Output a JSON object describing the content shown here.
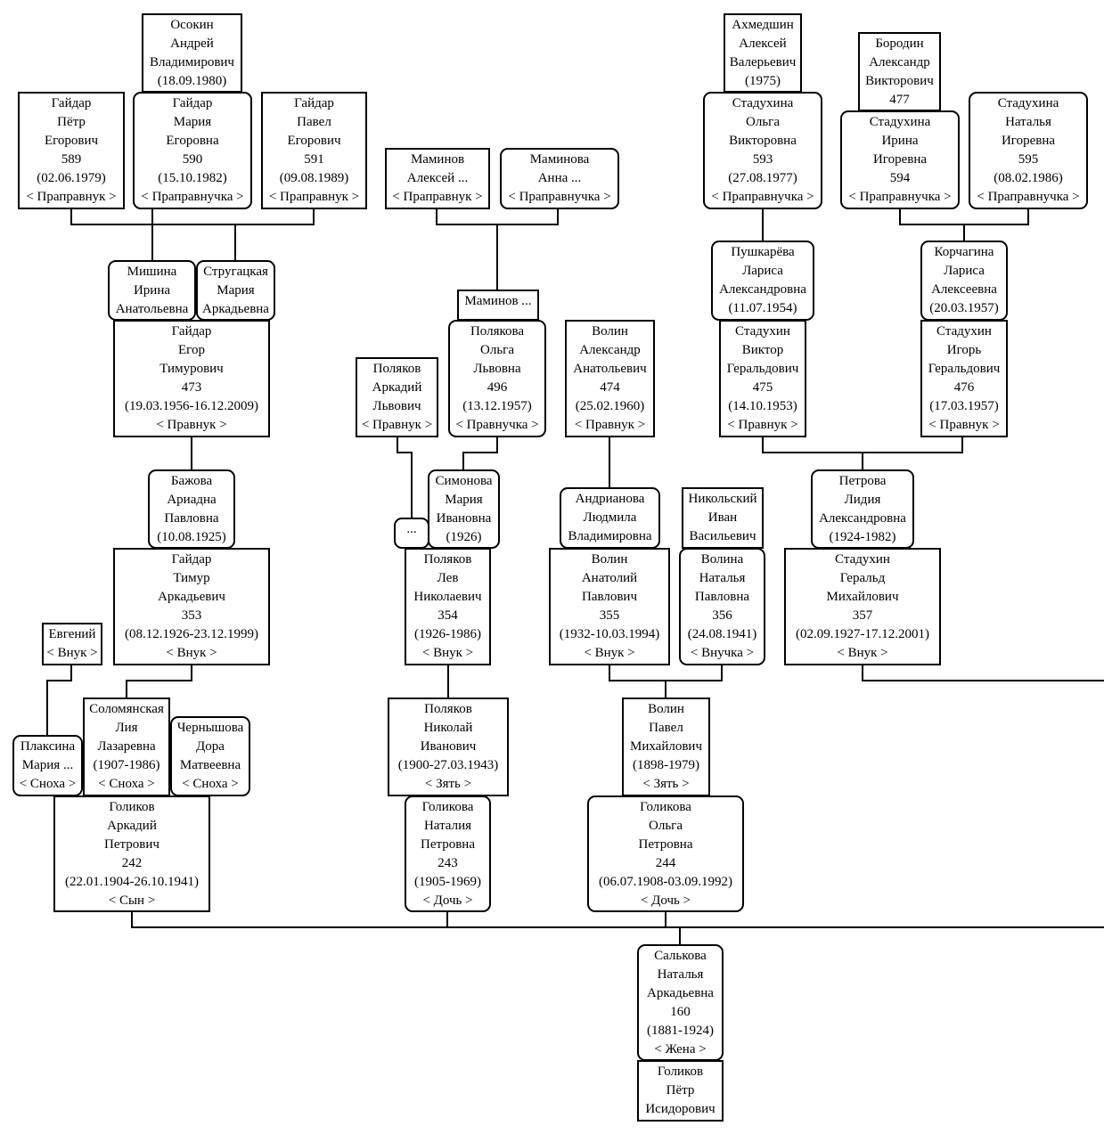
{
  "nodes": [
    {
      "id": "osokin",
      "lines": [
        "Осокин",
        "Андрей",
        "Владимирович",
        "(18.09.1980)"
      ],
      "female": false
    },
    {
      "id": "gaidar-petr",
      "lines": [
        "Гайдар",
        "Пётр",
        "Егорович",
        "589",
        "(02.06.1979)",
        "< Праправнук >"
      ],
      "female": false
    },
    {
      "id": "gaidar-maria",
      "lines": [
        "Гайдар",
        "Мария",
        "Егоровна",
        "590",
        "(15.10.1982)",
        "< Праправнучка >"
      ],
      "female": true
    },
    {
      "id": "gaidar-pavel",
      "lines": [
        "Гайдар",
        "Павел",
        "Егорович",
        "591",
        "(09.08.1989)",
        "< Праправнук >"
      ],
      "female": false
    },
    {
      "id": "maminov-aleksei",
      "lines": [
        "Маминов",
        "Алексей ...",
        "< Праправнук >"
      ],
      "female": false
    },
    {
      "id": "maminova-anna",
      "lines": [
        "Маминова",
        "Анна ...",
        "< Праправнучка >"
      ],
      "female": true
    },
    {
      "id": "akhmedshin",
      "lines": [
        "Ахмедшин",
        "Алексей",
        "Валерьевич",
        "(1975)"
      ],
      "female": false
    },
    {
      "id": "borodin",
      "lines": [
        "Бородин",
        "Александр",
        "Викторович",
        "477"
      ],
      "female": false
    },
    {
      "id": "staduhina-olga",
      "lines": [
        "Стадухина",
        "Ольга",
        "Викторовна",
        "593",
        "(27.08.1977)",
        "< Праправнучка >"
      ],
      "female": true
    },
    {
      "id": "staduhina-irina",
      "lines": [
        "Стадухина",
        "Ирина",
        "Игоревна",
        "594",
        "< Праправнучка >"
      ],
      "female": true
    },
    {
      "id": "staduhina-natalia",
      "lines": [
        "Стадухина",
        "Наталья",
        "Игоревна",
        "595",
        "(08.02.1986)",
        "< Праправнучка >"
      ],
      "female": true
    },
    {
      "id": "mishina",
      "lines": [
        "Мишина",
        "Ирина",
        "Анатольевна"
      ],
      "female": true
    },
    {
      "id": "strugatskaya",
      "lines": [
        "Стругацкая",
        "Мария",
        "Аркадьевна"
      ],
      "female": true
    },
    {
      "id": "maminov",
      "lines": [
        "Маминов ..."
      ],
      "female": false
    },
    {
      "id": "pushkareva",
      "lines": [
        "Пушкарёва",
        "Лариса",
        "Александровна",
        "(11.07.1954)"
      ],
      "female": true
    },
    {
      "id": "korchagina",
      "lines": [
        "Корчагина",
        "Лариса",
        "Алексеевна",
        "(20.03.1957)"
      ],
      "female": true
    },
    {
      "id": "gaidar-egor",
      "lines": [
        "Гайдар",
        "Егор",
        "Тимурович",
        "473",
        "(19.03.1956-16.12.2009)",
        "< Правнук >"
      ],
      "female": false
    },
    {
      "id": "polyakov-arkadii",
      "lines": [
        "Поляков",
        "Аркадий",
        "Львович",
        "< Правнук >"
      ],
      "female": false
    },
    {
      "id": "polyakova-olga",
      "lines": [
        "Полякова",
        "Ольга",
        "Львовна",
        "496",
        "(13.12.1957)",
        "< Правнучка >"
      ],
      "female": true
    },
    {
      "id": "volin-aleksandr",
      "lines": [
        "Волин",
        "Александр",
        "Анатольевич",
        "474",
        "(25.02.1960)",
        "< Правнук >"
      ],
      "female": false
    },
    {
      "id": "staduhin-viktor",
      "lines": [
        "Стадухин",
        "Виктор",
        "Геральдович",
        "475",
        "(14.10.1953)",
        "< Правнук >"
      ],
      "female": false
    },
    {
      "id": "staduhin-igor",
      "lines": [
        "Стадухин",
        "Игорь",
        "Геральдович",
        "476",
        "(17.03.1957)",
        "< Правнук >"
      ],
      "female": false
    },
    {
      "id": "bazhova",
      "lines": [
        "Бажова",
        "Ариадна",
        "Павловна",
        "(10.08.1925)"
      ],
      "female": true
    },
    {
      "id": "unknown",
      "lines": [
        "..."
      ],
      "female": true
    },
    {
      "id": "simonova",
      "lines": [
        "Симонова",
        "Мария",
        "Ивановна",
        "(1926)"
      ],
      "female": true
    },
    {
      "id": "andrianova",
      "lines": [
        "Андрианова",
        "Людмила",
        "Владимировна"
      ],
      "female": true
    },
    {
      "id": "nikolskii",
      "lines": [
        "Никольский",
        "Иван",
        "Васильевич"
      ],
      "female": false
    },
    {
      "id": "petrova",
      "lines": [
        "Петрова",
        "Лидия",
        "Александровна",
        "(1924-1982)"
      ],
      "female": true
    },
    {
      "id": "gaidar-timur",
      "lines": [
        "Гайдар",
        "Тимур",
        "Аркадьевич",
        "353",
        "(08.12.1926-23.12.1999)",
        "< Внук >"
      ],
      "female": false
    },
    {
      "id": "polyakov-lev",
      "lines": [
        "Поляков",
        "Лев",
        "Николаевич",
        "354",
        "(1926-1986)",
        "< Внук >"
      ],
      "female": false
    },
    {
      "id": "volin-anatolii",
      "lines": [
        "Волин",
        "Анатолий",
        "Павлович",
        "355",
        "(1932-10.03.1994)",
        "< Внук >"
      ],
      "female": false
    },
    {
      "id": "volina-natalia",
      "lines": [
        "Волина",
        "Наталья",
        "Павловна",
        "356",
        "(24.08.1941)",
        "< Внучка >"
      ],
      "female": true
    },
    {
      "id": "staduhin-gerald",
      "lines": [
        "Стадухин",
        "Геральд",
        "Михайлович",
        "357",
        "(02.09.1927-17.12.2001)",
        "< Внук >"
      ],
      "female": false
    },
    {
      "id": "evgenii",
      "lines": [
        "Евгений",
        "< Внук >"
      ],
      "female": false
    },
    {
      "id": "solomyanskaya",
      "lines": [
        "Соломянская",
        "Лия",
        "Лазаревна",
        "(1907-1986)",
        "< Сноха >"
      ],
      "female": false
    },
    {
      "id": "plaksina",
      "lines": [
        "Плаксина",
        "Мария ...",
        "< Сноха >"
      ],
      "female": true
    },
    {
      "id": "chernyshova",
      "lines": [
        "Чернышова",
        "Дора",
        "Матвеевна",
        "< Сноха >"
      ],
      "female": true
    },
    {
      "id": "polyakov-nikolai",
      "lines": [
        "Поляков",
        "Николай",
        "Иванович",
        "(1900-27.03.1943)",
        "< Зять >"
      ],
      "female": false
    },
    {
      "id": "volin-pavel",
      "lines": [
        "Волин",
        "Павел",
        "Михайлович",
        "(1898-1979)",
        "< Зять >"
      ],
      "female": false
    },
    {
      "id": "golikov-arkadii",
      "lines": [
        "Голиков",
        "Аркадий",
        "Петрович",
        "242",
        "(22.01.1904-26.10.1941)",
        "< Сын >"
      ],
      "female": false
    },
    {
      "id": "golikova-natalia",
      "lines": [
        "Голикова",
        "Наталия",
        "Петровна",
        "243",
        "(1905-1969)",
        "< Дочь >"
      ],
      "female": true
    },
    {
      "id": "golikova-olga",
      "lines": [
        "Голикова",
        "Ольга",
        "Петровна",
        "244",
        "(06.07.1908-03.09.1992)",
        "< Дочь >"
      ],
      "female": true
    },
    {
      "id": "salkova",
      "lines": [
        "Салькова",
        "Наталья",
        "Аркадьевна",
        "160",
        "(1881-1924)",
        "< Жена >"
      ],
      "female": true
    },
    {
      "id": "golikov-petr",
      "lines": [
        "Голиков",
        "Пётр",
        "Исидорович"
      ],
      "female": false
    }
  ]
}
